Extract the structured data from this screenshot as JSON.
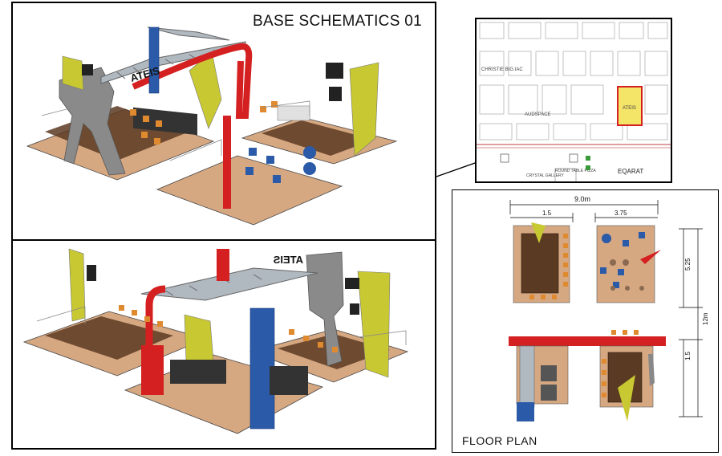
{
  "schematic": {
    "title": "BASE SCHEMATICS 01",
    "sign_text": "ATEIS"
  },
  "floor_plan": {
    "title": "FLOOR PLAN",
    "dimensions": {
      "total_width": "9.0m",
      "left_module": "1.5",
      "right_module": "3.75",
      "depth_upper": "5.25",
      "total_depth": "12m",
      "depth_lower": "1.5"
    }
  },
  "site_map": {
    "highlight_label": "ATEIS",
    "labels": [
      "EQARAT",
      "ROUND TABLE PIZZA",
      "CRYSTAL GALLERY",
      "AUDSPACE",
      "CHRISTIE BIG.IAC"
    ]
  },
  "colors": {
    "red": "#d42020",
    "yellow": "#c8c832",
    "blue": "#2a5aa8",
    "floor": "#d6a882",
    "wood": "#5a3a22"
  }
}
